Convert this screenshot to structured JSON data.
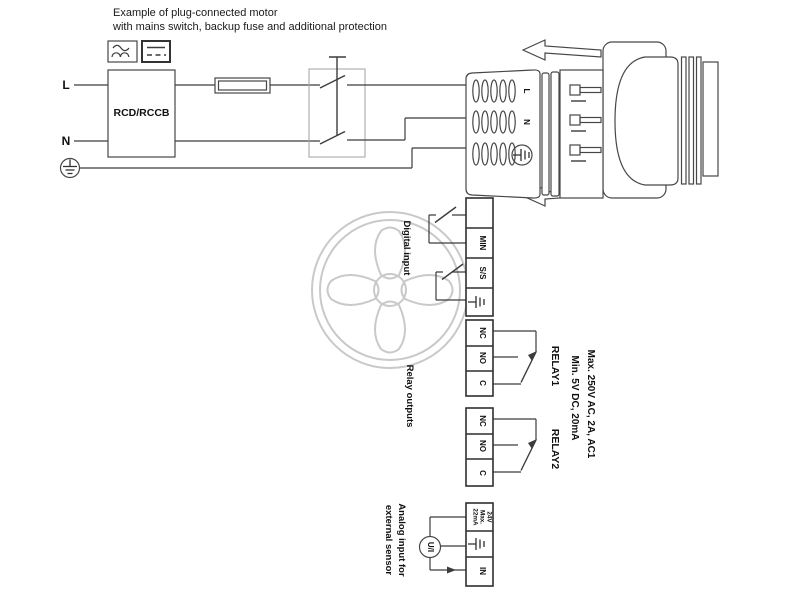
{
  "title": {
    "line1": "Example of plug-connected motor",
    "line2": "with mains switch, backup fuse and additional protection"
  },
  "mains": {
    "live_label": "L",
    "neutral_label": "N",
    "rcd_label": "RCD/RCCB"
  },
  "plug": {
    "live_label": "L",
    "neutral_label": "N"
  },
  "digital": {
    "section_label": "Digital input",
    "terminal_min": "MIN",
    "terminal_ss": "S/S"
  },
  "relay": {
    "section_label": "Relay outputs",
    "r1": {
      "name": "RELAY1",
      "terminals": [
        "NC",
        "NO",
        "C"
      ]
    },
    "r2": {
      "name": "RELAY2",
      "terminals": [
        "NC",
        "NO",
        "C"
      ]
    },
    "rating_line1": "Max. 250V AC, 2A, AC1",
    "rating_line2": "Min. 5V DC, 20mA"
  },
  "analog": {
    "section_label_line1": "Analog input for",
    "section_label_line2": "external sensor",
    "supply_line1": "24V",
    "supply_line2": "Max.",
    "supply_line3": "22mA",
    "terminal_in": "IN",
    "sensor_label": "U/I"
  },
  "icons": {
    "earth": "earth-ground-icon",
    "rcd_type_ac": "pulsating-current-icon",
    "rcd_type_dc": "smooth-dc-icon",
    "signal_arrow": "arrow-right-icon",
    "plug_latch": "latch-arrow-left-icon"
  },
  "colors": {
    "line": "#3c3c3c",
    "strip_border": "#2f2f2f",
    "switch_box": "#a0a0a0",
    "watermark": "#c9c9c9",
    "background": "#ffffff",
    "text": "#111111"
  }
}
